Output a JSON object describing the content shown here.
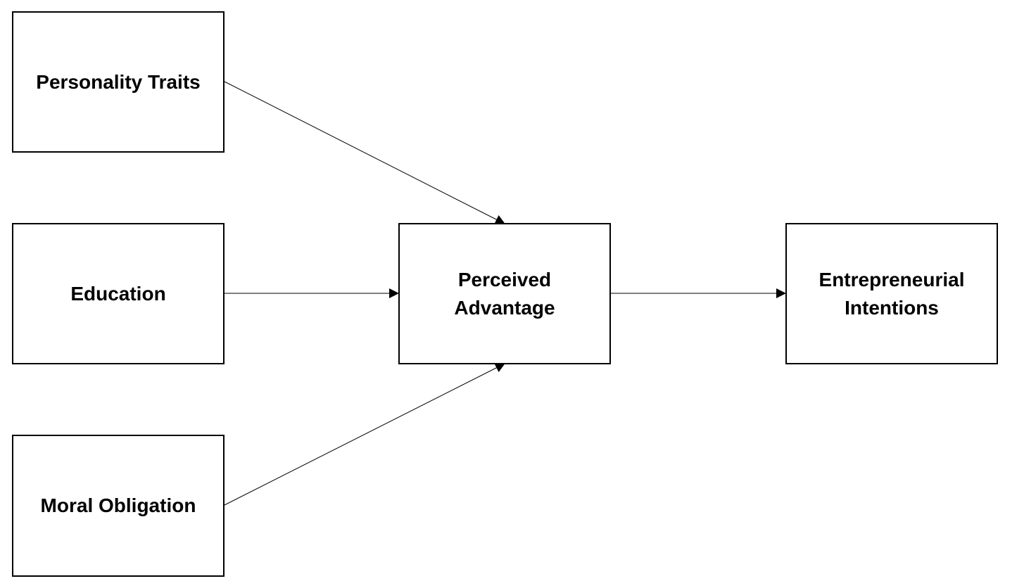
{
  "nodes": {
    "personality_traits": "Personality Traits",
    "education": "Education",
    "moral_obligation": "Moral Obligation",
    "perceived_advantage": "Perceived\nAdvantage",
    "entrepreneurial_intentions": "Entrepreneurial\nIntentions"
  },
  "edges": [
    {
      "from": "Personality Traits",
      "to": "Perceived Advantage"
    },
    {
      "from": "Education",
      "to": "Perceived Advantage"
    },
    {
      "from": "Moral Obligation",
      "to": "Perceived Advantage"
    },
    {
      "from": "Perceived Advantage",
      "to": "Entrepreneurial Intentions"
    }
  ],
  "colors": {
    "line": "#000000",
    "box_border": "#000000",
    "background": "#ffffff"
  }
}
